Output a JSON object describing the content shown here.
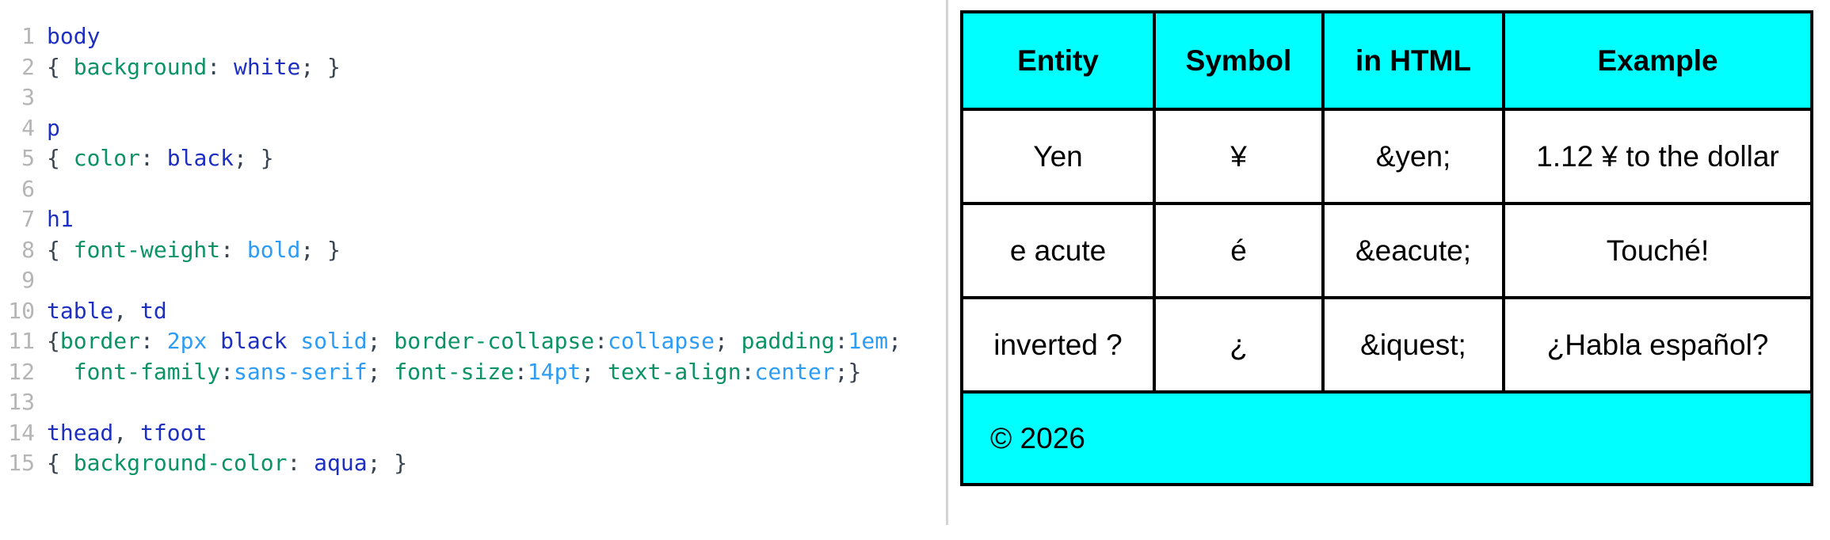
{
  "colors": {
    "syntax_selector": "#1d2fc0",
    "syntax_property": "#0c9365",
    "syntax_value": "#2d9cf4",
    "syntax_punct": "#3a4450",
    "line_number": "#b5b5b5",
    "divider": "#d4d4d4",
    "table_header_bg": "#00ffff",
    "table_footer_bg": "#00ffff",
    "table_border": "#000000"
  },
  "editor": {
    "lines": [
      {
        "number": "1",
        "tokens": [
          {
            "type": "selector",
            "text": "body"
          }
        ]
      },
      {
        "number": "2",
        "tokens": [
          {
            "type": "punct",
            "text": "{ "
          },
          {
            "type": "property",
            "text": "background"
          },
          {
            "type": "punct",
            "text": ": "
          },
          {
            "type": "selector",
            "text": "white"
          },
          {
            "type": "punct",
            "text": "; }"
          }
        ]
      },
      {
        "number": "3",
        "tokens": []
      },
      {
        "number": "4",
        "tokens": [
          {
            "type": "selector",
            "text": "p"
          }
        ]
      },
      {
        "number": "5",
        "tokens": [
          {
            "type": "punct",
            "text": "{ "
          },
          {
            "type": "property",
            "text": "color"
          },
          {
            "type": "punct",
            "text": ": "
          },
          {
            "type": "selector",
            "text": "black"
          },
          {
            "type": "punct",
            "text": "; }"
          }
        ]
      },
      {
        "number": "6",
        "tokens": []
      },
      {
        "number": "7",
        "tokens": [
          {
            "type": "selector",
            "text": "h1"
          }
        ]
      },
      {
        "number": "8",
        "tokens": [
          {
            "type": "punct",
            "text": "{ "
          },
          {
            "type": "property",
            "text": "font-weight"
          },
          {
            "type": "punct",
            "text": ": "
          },
          {
            "type": "value",
            "text": "bold"
          },
          {
            "type": "punct",
            "text": "; }"
          }
        ]
      },
      {
        "number": "9",
        "tokens": []
      },
      {
        "number": "10",
        "tokens": [
          {
            "type": "selector",
            "text": "table"
          },
          {
            "type": "punct",
            "text": ", "
          },
          {
            "type": "selector",
            "text": "td"
          }
        ]
      },
      {
        "number": "11",
        "tokens": [
          {
            "type": "punct",
            "text": "{"
          },
          {
            "type": "property",
            "text": "border"
          },
          {
            "type": "punct",
            "text": ": "
          },
          {
            "type": "value",
            "text": "2px"
          },
          {
            "type": "punct",
            "text": " "
          },
          {
            "type": "selector",
            "text": "black"
          },
          {
            "type": "punct",
            "text": " "
          },
          {
            "type": "value",
            "text": "solid"
          },
          {
            "type": "punct",
            "text": "; "
          },
          {
            "type": "property",
            "text": "border-collapse"
          },
          {
            "type": "punct",
            "text": ":"
          },
          {
            "type": "value",
            "text": "collapse"
          },
          {
            "type": "punct",
            "text": "; "
          },
          {
            "type": "property",
            "text": "padding"
          },
          {
            "type": "punct",
            "text": ":"
          },
          {
            "type": "value",
            "text": "1em"
          },
          {
            "type": "punct",
            "text": ";"
          }
        ]
      },
      {
        "number": "12",
        "tokens": [
          {
            "type": "punct",
            "text": "  "
          },
          {
            "type": "property",
            "text": "font-family"
          },
          {
            "type": "punct",
            "text": ":"
          },
          {
            "type": "value",
            "text": "sans-serif"
          },
          {
            "type": "punct",
            "text": "; "
          },
          {
            "type": "property",
            "text": "font-size"
          },
          {
            "type": "punct",
            "text": ":"
          },
          {
            "type": "value",
            "text": "14pt"
          },
          {
            "type": "punct",
            "text": "; "
          },
          {
            "type": "property",
            "text": "text-align"
          },
          {
            "type": "punct",
            "text": ":"
          },
          {
            "type": "value",
            "text": "center"
          },
          {
            "type": "punct",
            "text": ";}"
          }
        ]
      },
      {
        "number": "13",
        "tokens": []
      },
      {
        "number": "14",
        "tokens": [
          {
            "type": "selector",
            "text": "thead"
          },
          {
            "type": "punct",
            "text": ", "
          },
          {
            "type": "selector",
            "text": "tfoot"
          }
        ]
      },
      {
        "number": "15",
        "tokens": [
          {
            "type": "punct",
            "text": "{ "
          },
          {
            "type": "property",
            "text": "background-color"
          },
          {
            "type": "punct",
            "text": ": "
          },
          {
            "type": "selector",
            "text": "aqua"
          },
          {
            "type": "punct",
            "text": "; }"
          }
        ]
      }
    ]
  },
  "preview": {
    "table": {
      "headers": [
        "Entity",
        "Symbol",
        "in HTML",
        "Example"
      ],
      "rows": [
        [
          "Yen",
          "¥",
          "&yen;",
          "1.12 ¥ to the dollar"
        ],
        [
          "e acute",
          "é",
          "&eacute;",
          "Touché!"
        ],
        [
          "inverted ?",
          "¿",
          "&iquest;",
          "¿Habla español?"
        ]
      ],
      "footer": "© 2026"
    }
  }
}
